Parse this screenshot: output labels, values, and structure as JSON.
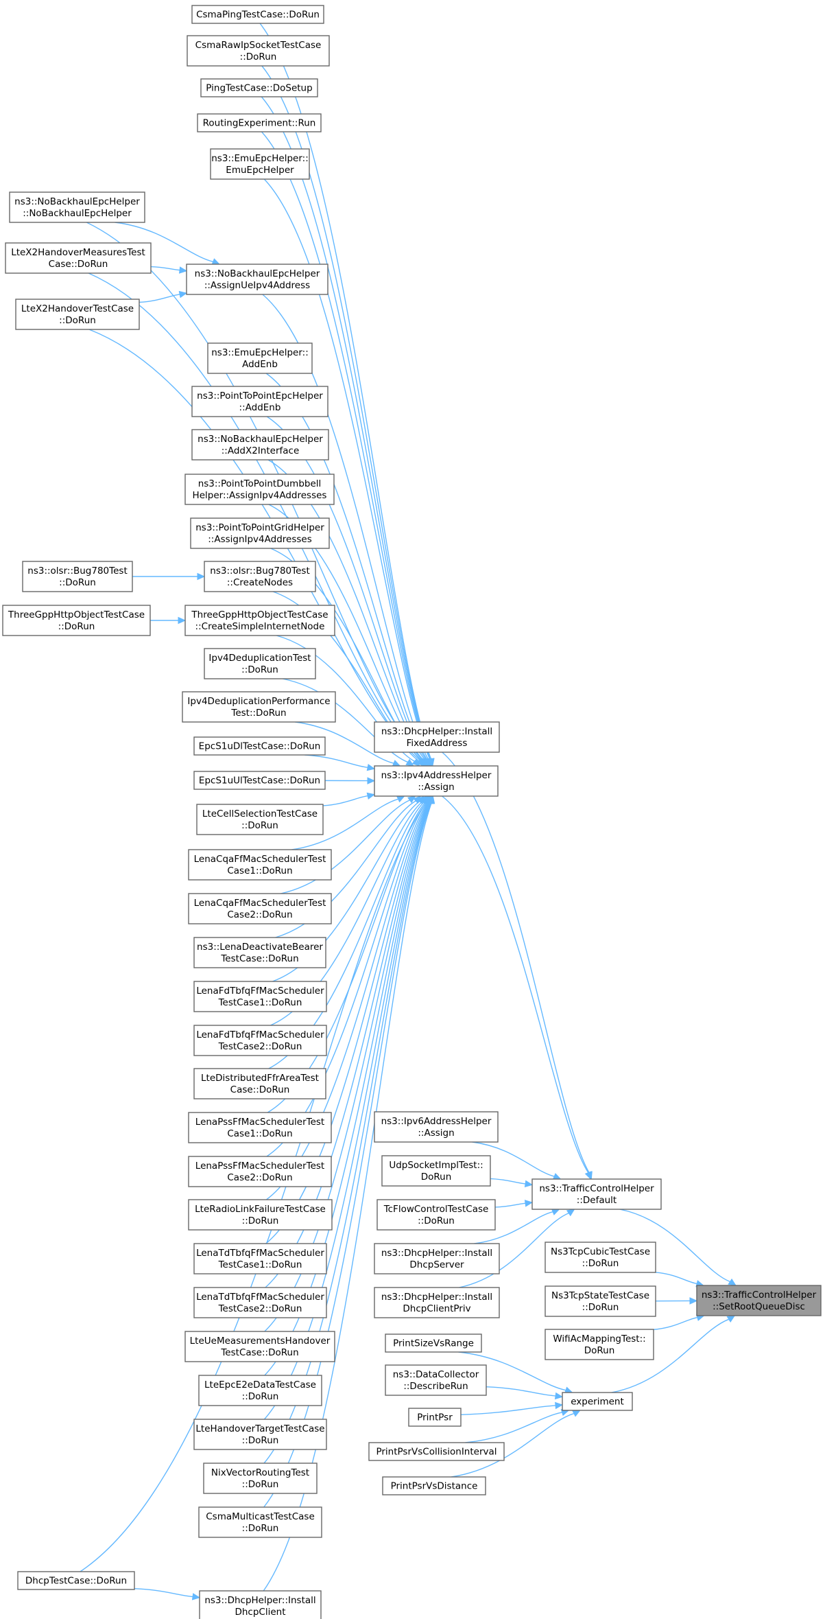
{
  "colors": {
    "node_border": "#666666",
    "focus_fill": "#999999",
    "edge": "#63b8ff",
    "background": "#ffffff"
  },
  "nodes": [
    {
      "id": "csmaping",
      "lines": [
        "CsmaPingTestCase::DoRun"
      ]
    },
    {
      "id": "csmarawip",
      "lines": [
        "CsmaRawIpSocketTestCase",
        "::DoRun"
      ]
    },
    {
      "id": "pingsetup",
      "lines": [
        "PingTestCase::DoSetup"
      ]
    },
    {
      "id": "routingexp",
      "lines": [
        "RoutingExperiment::Run"
      ]
    },
    {
      "id": "emuepc",
      "lines": [
        "ns3::EmuEpcHelper::",
        "EmuEpcHelper"
      ]
    },
    {
      "id": "nobackhaul",
      "lines": [
        "ns3::NoBackhaulEpcHelper",
        "::NoBackhaulEpcHelper"
      ]
    },
    {
      "id": "ltex2meas",
      "lines": [
        "LteX2HandoverMeasuresTest",
        "Case::DoRun"
      ]
    },
    {
      "id": "assignue",
      "lines": [
        "ns3::NoBackhaulEpcHelper",
        "::AssignUeIpv4Address"
      ]
    },
    {
      "id": "ltex2ho",
      "lines": [
        "LteX2HandoverTestCase",
        "::DoRun"
      ]
    },
    {
      "id": "emuaddenb",
      "lines": [
        "ns3::EmuEpcHelper::",
        "AddEnb"
      ]
    },
    {
      "id": "p2paddenb",
      "lines": [
        "ns3::PointToPointEpcHelper",
        "::AddEnb"
      ]
    },
    {
      "id": "addx2",
      "lines": [
        "ns3::NoBackhaulEpcHelper",
        "::AddX2Interface"
      ]
    },
    {
      "id": "p2pdumbbell",
      "lines": [
        "ns3::PointToPointDumbbell",
        "Helper::AssignIpv4Addresses"
      ]
    },
    {
      "id": "p2pgrid",
      "lines": [
        "ns3::PointToPointGridHelper",
        "::AssignIpv4Addresses"
      ]
    },
    {
      "id": "bug780run",
      "lines": [
        "ns3::olsr::Bug780Test",
        "::DoRun"
      ]
    },
    {
      "id": "bug780create",
      "lines": [
        "ns3::olsr::Bug780Test",
        "::CreateNodes"
      ]
    },
    {
      "id": "threegpprun",
      "lines": [
        "ThreeGppHttpObjectTestCase",
        "::DoRun"
      ]
    },
    {
      "id": "threegppcreate",
      "lines": [
        "ThreeGppHttpObjectTestCase",
        "::CreateSimpleInternetNode"
      ]
    },
    {
      "id": "ipv4dedup",
      "lines": [
        "Ipv4DeduplicationTest",
        "::DoRun"
      ]
    },
    {
      "id": "ipv4dedupperf",
      "lines": [
        "Ipv4DeduplicationPerformance",
        "Test::DoRun"
      ]
    },
    {
      "id": "epcdl",
      "lines": [
        "EpcS1uDlTestCase::DoRun"
      ]
    },
    {
      "id": "epcul",
      "lines": [
        "EpcS1uUlTestCase::DoRun"
      ]
    },
    {
      "id": "ltecellsel",
      "lines": [
        "LteCellSelectionTestCase",
        "::DoRun"
      ]
    },
    {
      "id": "cqa1",
      "lines": [
        "LenaCqaFfMacSchedulerTest",
        "Case1::DoRun"
      ]
    },
    {
      "id": "cqa2",
      "lines": [
        "LenaCqaFfMacSchedulerTest",
        "Case2::DoRun"
      ]
    },
    {
      "id": "deactivate",
      "lines": [
        "ns3::LenaDeactivateBearer",
        "TestCase::DoRun"
      ]
    },
    {
      "id": "fdtbfq1",
      "lines": [
        "LenaFdTbfqFfMacScheduler",
        "TestCase1::DoRun"
      ]
    },
    {
      "id": "fdtbfq2",
      "lines": [
        "LenaFdTbfqFfMacScheduler",
        "TestCase2::DoRun"
      ]
    },
    {
      "id": "distffr",
      "lines": [
        "LteDistributedFfrAreaTest",
        "Case::DoRun"
      ]
    },
    {
      "id": "pss1",
      "lines": [
        "LenaPssFfMacSchedulerTest",
        "Case1::DoRun"
      ]
    },
    {
      "id": "pss2",
      "lines": [
        "LenaPssFfMacSchedulerTest",
        "Case2::DoRun"
      ]
    },
    {
      "id": "rlf",
      "lines": [
        "LteRadioLinkFailureTestCase",
        "::DoRun"
      ]
    },
    {
      "id": "tdtbfq1",
      "lines": [
        "LenaTdTbfqFfMacScheduler",
        "TestCase1::DoRun"
      ]
    },
    {
      "id": "tdtbfq2",
      "lines": [
        "LenaTdTbfqFfMacScheduler",
        "TestCase2::DoRun"
      ]
    },
    {
      "id": "uemeas",
      "lines": [
        "LteUeMeasurementsHandover",
        "TestCase::DoRun"
      ]
    },
    {
      "id": "epce2e",
      "lines": [
        "LteEpcE2eDataTestCase",
        "::DoRun"
      ]
    },
    {
      "id": "hotarget",
      "lines": [
        "LteHandoverTargetTestCase",
        "::DoRun"
      ]
    },
    {
      "id": "nixvector",
      "lines": [
        "NixVectorRoutingTest",
        "::DoRun"
      ]
    },
    {
      "id": "csmamulti",
      "lines": [
        "CsmaMulticastTestCase",
        "::DoRun"
      ]
    },
    {
      "id": "dhcptest",
      "lines": [
        "DhcpTestCase::DoRun"
      ]
    },
    {
      "id": "dhcpclient",
      "lines": [
        "ns3::DhcpHelper::Install",
        "DhcpClient"
      ]
    },
    {
      "id": "dhcpfixed",
      "lines": [
        "ns3::DhcpHelper::Install",
        "FixedAddress"
      ]
    },
    {
      "id": "ipv4assign",
      "lines": [
        "ns3::Ipv4AddressHelper",
        "::Assign"
      ]
    },
    {
      "id": "ipv6assign",
      "lines": [
        "ns3::Ipv6AddressHelper",
        "::Assign"
      ]
    },
    {
      "id": "udpsocket",
      "lines": [
        "UdpSocketImplTest::",
        "DoRun"
      ]
    },
    {
      "id": "tcflow",
      "lines": [
        "TcFlowControlTestCase",
        "::DoRun"
      ]
    },
    {
      "id": "dhcpserver",
      "lines": [
        "ns3::DhcpHelper::Install",
        "DhcpServer"
      ]
    },
    {
      "id": "dhcpclientpriv",
      "lines": [
        "ns3::DhcpHelper::Install",
        "DhcpClientPriv"
      ]
    },
    {
      "id": "tcdefault",
      "lines": [
        "ns3::TrafficControlHelper",
        "::Default"
      ]
    },
    {
      "id": "cubic",
      "lines": [
        "Ns3TcpCubicTestCase",
        "::DoRun"
      ]
    },
    {
      "id": "tcpstate",
      "lines": [
        "Ns3TcpStateTestCase",
        "::DoRun"
      ]
    },
    {
      "id": "wifiac",
      "lines": [
        "WifiAcMappingTest::",
        "DoRun"
      ]
    },
    {
      "id": "setroot",
      "lines": [
        "ns3::TrafficControlHelper",
        "::SetRootQueueDisc"
      ],
      "focus": true
    },
    {
      "id": "printsize",
      "lines": [
        "PrintSizeVsRange"
      ]
    },
    {
      "id": "describerun",
      "lines": [
        "ns3::DataCollector",
        "::DescribeRun"
      ]
    },
    {
      "id": "printpsr",
      "lines": [
        "PrintPsr"
      ]
    },
    {
      "id": "printpsrcoll",
      "lines": [
        "PrintPsrVsCollisionInterval"
      ]
    },
    {
      "id": "printpsrdist",
      "lines": [
        "PrintPsrVsDistance"
      ]
    },
    {
      "id": "experiment",
      "lines": [
        "experiment"
      ]
    }
  ],
  "edges": [
    [
      "csmaping",
      "ipv4assign"
    ],
    [
      "csmarawip",
      "ipv4assign"
    ],
    [
      "pingsetup",
      "ipv4assign"
    ],
    [
      "routingexp",
      "ipv4assign"
    ],
    [
      "emuepc",
      "ipv4assign"
    ],
    [
      "nobackhaul",
      "ipv4assign"
    ],
    [
      "nobackhaul",
      "assignue"
    ],
    [
      "ltex2meas",
      "ipv4assign"
    ],
    [
      "ltex2meas",
      "assignue"
    ],
    [
      "ltex2ho",
      "ipv4assign"
    ],
    [
      "ltex2ho",
      "assignue"
    ],
    [
      "assignue",
      "ipv4assign"
    ],
    [
      "emuaddenb",
      "ipv4assign"
    ],
    [
      "p2paddenb",
      "ipv4assign"
    ],
    [
      "addx2",
      "ipv4assign"
    ],
    [
      "p2pdumbbell",
      "ipv4assign"
    ],
    [
      "p2pgrid",
      "ipv4assign"
    ],
    [
      "bug780run",
      "bug780create"
    ],
    [
      "bug780create",
      "ipv4assign"
    ],
    [
      "threegpprun",
      "threegppcreate"
    ],
    [
      "threegppcreate",
      "ipv4assign"
    ],
    [
      "ipv4dedup",
      "ipv4assign"
    ],
    [
      "ipv4dedupperf",
      "ipv4assign"
    ],
    [
      "epcdl",
      "ipv4assign"
    ],
    [
      "epcul",
      "ipv4assign"
    ],
    [
      "ltecellsel",
      "ipv4assign"
    ],
    [
      "cqa1",
      "ipv4assign"
    ],
    [
      "cqa2",
      "ipv4assign"
    ],
    [
      "deactivate",
      "ipv4assign"
    ],
    [
      "fdtbfq1",
      "ipv4assign"
    ],
    [
      "fdtbfq2",
      "ipv4assign"
    ],
    [
      "distffr",
      "ipv4assign"
    ],
    [
      "pss1",
      "ipv4assign"
    ],
    [
      "pss2",
      "ipv4assign"
    ],
    [
      "rlf",
      "ipv4assign"
    ],
    [
      "tdtbfq1",
      "ipv4assign"
    ],
    [
      "tdtbfq2",
      "ipv4assign"
    ],
    [
      "uemeas",
      "ipv4assign"
    ],
    [
      "epce2e",
      "ipv4assign"
    ],
    [
      "hotarget",
      "ipv4assign"
    ],
    [
      "nixvector",
      "ipv4assign"
    ],
    [
      "csmamulti",
      "ipv4assign"
    ],
    [
      "dhcptest",
      "ipv4assign"
    ],
    [
      "dhcptest",
      "dhcpclient"
    ],
    [
      "dhcpclient",
      "ipv4assign"
    ],
    [
      "ipv4assign",
      "tcdefault"
    ],
    [
      "dhcpfixed",
      "tcdefault"
    ],
    [
      "ipv6assign",
      "tcdefault"
    ],
    [
      "udpsocket",
      "tcdefault"
    ],
    [
      "tcflow",
      "tcdefault"
    ],
    [
      "dhcpserver",
      "tcdefault"
    ],
    [
      "dhcpclientpriv",
      "tcdefault"
    ],
    [
      "tcdefault",
      "setroot"
    ],
    [
      "cubic",
      "setroot"
    ],
    [
      "tcpstate",
      "setroot"
    ],
    [
      "wifiac",
      "setroot"
    ],
    [
      "experiment",
      "setroot"
    ],
    [
      "printsize",
      "experiment"
    ],
    [
      "describerun",
      "experiment"
    ],
    [
      "printpsr",
      "experiment"
    ],
    [
      "printpsrcoll",
      "experiment"
    ],
    [
      "printpsrdist",
      "experiment"
    ]
  ]
}
